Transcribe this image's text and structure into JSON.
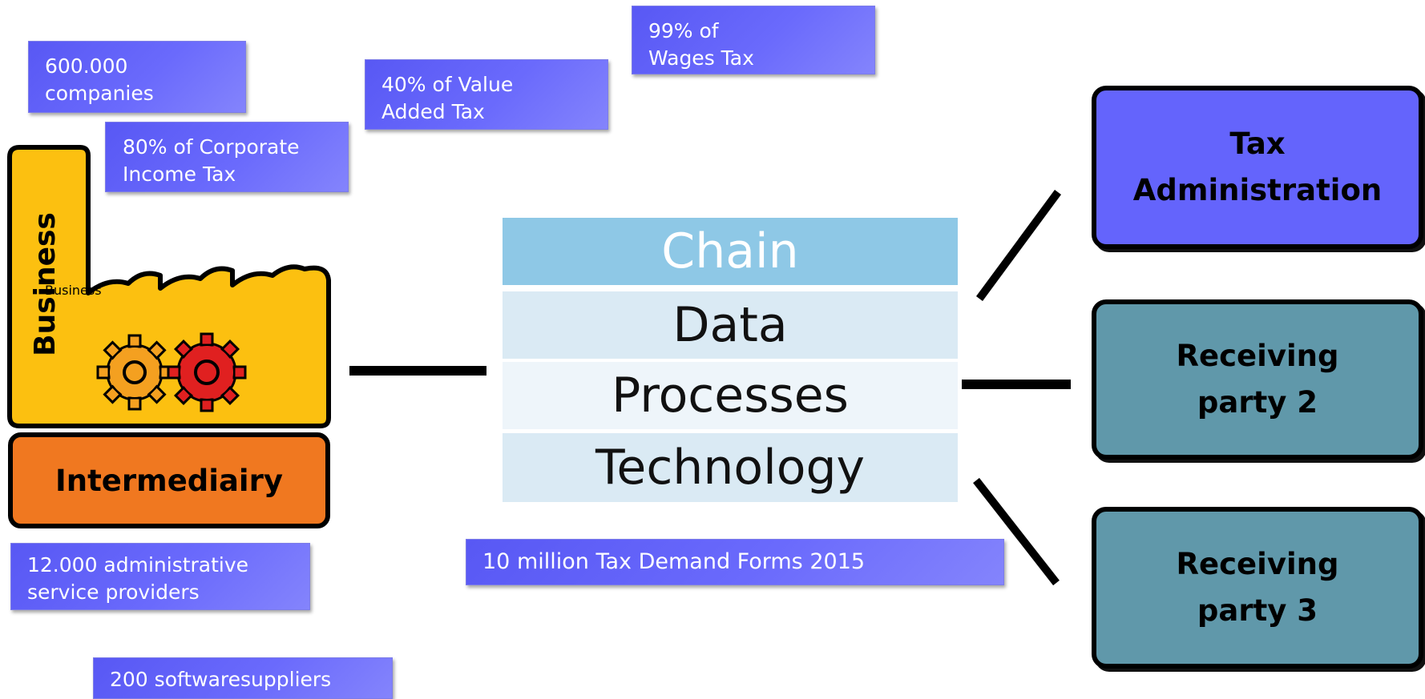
{
  "callouts": {
    "companies": "600.000\ncompanies",
    "corporate_income_tax": "80% of Corporate\nIncome Tax",
    "value_added_tax": "40% of Value\nAdded Tax",
    "wages_tax": "99% of\nWages Tax",
    "admin_providers": "12.000 administrative\nservice providers",
    "software_suppliers": "200 softwaresuppliers",
    "tax_demand_forms": "10 million Tax Demand Forms 2015"
  },
  "business": {
    "label": "Business"
  },
  "intermediary": {
    "label": "Intermediairy"
  },
  "chain": {
    "header": "Chain",
    "rows": [
      "Data",
      "Processes",
      "Technology"
    ]
  },
  "parties": {
    "tax_administration": "Tax\nAdministration",
    "receiving_party_2": "Receiving\nparty 2",
    "receiving_party_3": "Receiving\nparty 3"
  },
  "colors": {
    "callout": "#6464f8",
    "business": "#fcc010",
    "intermediary": "#f07820",
    "chain_header": "#8ec8e6",
    "chain_row": "#daeaf4",
    "tax_administration": "#6464fc",
    "receiving_party": "#6098aa",
    "gear_orange": "#f4a020",
    "gear_red": "#e02020"
  }
}
